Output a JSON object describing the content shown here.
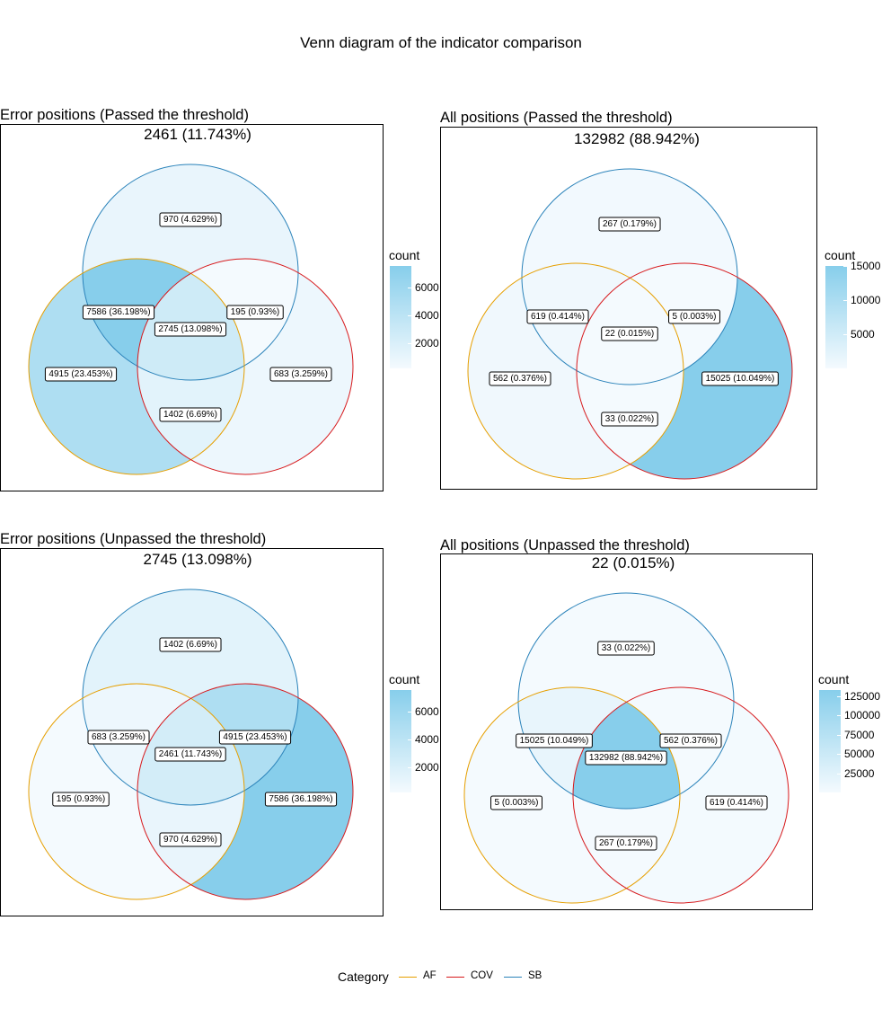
{
  "title": "Venn diagram of the indicator comparison",
  "legend": {
    "title": "Category",
    "items": [
      {
        "label": "AF",
        "color": "#E69F00"
      },
      {
        "label": "COV",
        "color": "#D7191C"
      },
      {
        "label": "SB",
        "color": "#2B83BA"
      }
    ]
  },
  "fill_scale": {
    "low": "#F4FAFE",
    "high": "#87CEEB"
  },
  "panels": [
    {
      "title": "Error positions (Passed the threshold)",
      "center_label": "2461 (11.743%)",
      "scale_title": "count",
      "scale_min": 195,
      "scale_max": 7586,
      "scale_ticks": [
        2000,
        4000,
        6000
      ],
      "scale_tick_labels": [
        "2000",
        "4000",
        "6000"
      ],
      "regions": {
        "AF_only": {
          "count": 4915,
          "label": "4915 (23.453%)"
        },
        "COV_only": {
          "count": 683,
          "label": "683 (3.259%)"
        },
        "SB_only": {
          "count": 970,
          "label": "970 (4.629%)"
        },
        "AF_COV": {
          "count": 1402,
          "label": "1402 (6.69%)"
        },
        "AF_SB": {
          "count": 7586,
          "label": "7586 (36.198%)"
        },
        "COV_SB": {
          "count": 195,
          "label": "195 (0.93%)"
        },
        "AF_COV_SB": {
          "count": 2745,
          "label": "2745 (13.098%)"
        }
      }
    },
    {
      "title": "All positions (Passed the threshold)",
      "center_label": "132982 (88.942%)",
      "scale_title": "count",
      "scale_min": 5,
      "scale_max": 15025,
      "scale_ticks": [
        5000,
        10000,
        15000
      ],
      "scale_tick_labels": [
        "5000",
        "10000",
        "15000"
      ],
      "regions": {
        "AF_only": {
          "count": 562,
          "label": "562 (0.376%)"
        },
        "COV_only": {
          "count": 15025,
          "label": "15025 (10.049%)"
        },
        "SB_only": {
          "count": 267,
          "label": "267 (0.179%)"
        },
        "AF_COV": {
          "count": 33,
          "label": "33 (0.022%)"
        },
        "AF_SB": {
          "count": 619,
          "label": "619 (0.414%)"
        },
        "COV_SB": {
          "count": 5,
          "label": "5 (0.003%)"
        },
        "AF_COV_SB": {
          "count": 22,
          "label": "22 (0.015%)"
        }
      }
    },
    {
      "title": "Error positions (Unpassed the threshold)",
      "center_label": "2745 (13.098%)",
      "scale_title": "count",
      "scale_min": 195,
      "scale_max": 7586,
      "scale_ticks": [
        2000,
        4000,
        6000
      ],
      "scale_tick_labels": [
        "2000",
        "4000",
        "6000"
      ],
      "regions": {
        "AF_only": {
          "count": 195,
          "label": "195 (0.93%)"
        },
        "COV_only": {
          "count": 7586,
          "label": "7586 (36.198%)"
        },
        "SB_only": {
          "count": 1402,
          "label": "1402 (6.69%)"
        },
        "AF_COV": {
          "count": 970,
          "label": "970 (4.629%)"
        },
        "AF_SB": {
          "count": 683,
          "label": "683 (3.259%)"
        },
        "COV_SB": {
          "count": 4915,
          "label": "4915 (23.453%)"
        },
        "AF_COV_SB": {
          "count": 2461,
          "label": "2461 (11.743%)"
        }
      }
    },
    {
      "title": "All positions (Unpassed the threshold)",
      "center_label": "22 (0.015%)",
      "scale_title": "count",
      "scale_min": 5,
      "scale_max": 132982,
      "scale_ticks": [
        25000,
        50000,
        75000,
        100000,
        125000
      ],
      "scale_tick_labels": [
        "25000",
        "50000",
        "75000",
        "100000",
        "125000"
      ],
      "regions": {
        "AF_only": {
          "count": 5,
          "label": "5 (0.003%)"
        },
        "COV_only": {
          "count": 619,
          "label": "619 (0.414%)"
        },
        "SB_only": {
          "count": 33,
          "label": "33 (0.022%)"
        },
        "AF_COV": {
          "count": 267,
          "label": "267 (0.179%)"
        },
        "AF_SB": {
          "count": 15025,
          "label": "15025 (10.049%)"
        },
        "COV_SB": {
          "count": 562,
          "label": "562 (0.376%)"
        },
        "AF_COV_SB": {
          "count": 132982,
          "label": "132982 (88.942%)"
        }
      }
    }
  ]
}
